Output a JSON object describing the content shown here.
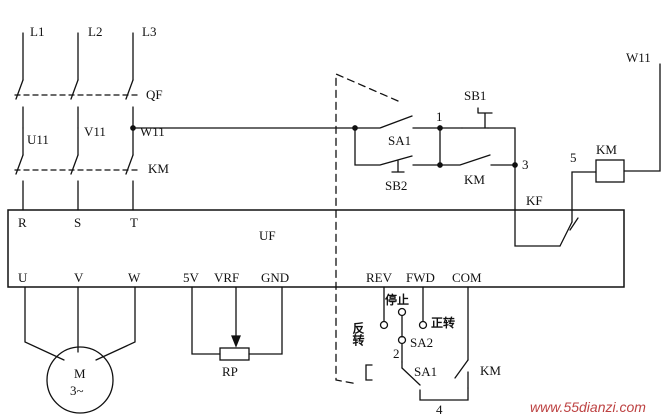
{
  "labels": {
    "l1": "L1",
    "l2": "L2",
    "l3": "L3",
    "qf": "QF",
    "u11": "U11",
    "v11": "V11",
    "w11": "W11",
    "km_main": "KM",
    "r": "R",
    "s": "S",
    "t": "T",
    "uf": "UF",
    "u": "U",
    "v": "V",
    "w": "W",
    "v5": "5V",
    "vrf": "VRF",
    "gnd": "GND",
    "rp": "RP",
    "motor_m": "M",
    "motor_3": "3~",
    "rev": "REV",
    "fwd": "FWD",
    "com": "COM",
    "stop": "停止",
    "reverse": "反转",
    "forward": "正转",
    "sa2": "SA2",
    "sa2_pos": "2",
    "sa1_bottom": "SA1",
    "km_bottom": "KM",
    "node_4": "4",
    "sa1_top": "SA1",
    "sb1": "SB1",
    "sb2": "SB2",
    "km_mid": "KM",
    "node_1": "1",
    "node_3": "3",
    "node_5": "5",
    "km_coil": "KM",
    "kf": "KF",
    "w11_right": "W11"
  },
  "watermark": "www.55dianzi.com"
}
